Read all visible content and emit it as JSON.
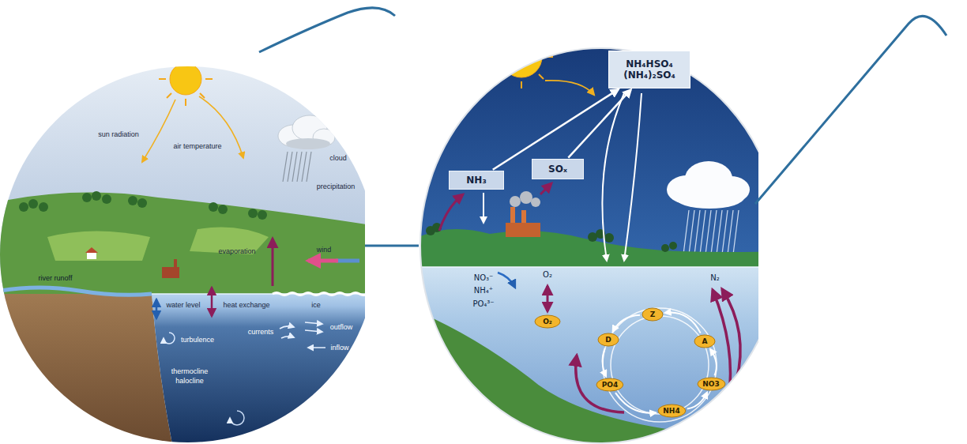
{
  "diagram": {
    "nodes": [
      {
        "text": [
          "NH₄HSO₄",
          "(NH₄)₂SO₄"
        ]
      },
      {
        "text": [
          "NH₃"
        ]
      },
      {
        "text": [
          "SOₓ"
        ]
      },
      {
        "text": [
          "O₂"
        ]
      },
      {
        "text": [
          "Z"
        ]
      },
      {
        "text": [
          "A"
        ]
      },
      {
        "text": [
          "NO3"
        ]
      },
      {
        "text": [
          "NH4"
        ]
      },
      {
        "text": [
          "PO4"
        ]
      },
      {
        "text": [
          "D"
        ]
      }
    ],
    "edges": [
      {
        "from": 1,
        "to": 0,
        "arrow": "to"
      },
      {
        "from": 2,
        "to": 0,
        "arrow": "to"
      },
      {
        "from": 5,
        "to": 4,
        "arrow": "to"
      },
      {
        "from": 4,
        "to": 9,
        "arrow": "to"
      },
      {
        "from": 9,
        "to": 8,
        "arrow": "to"
      },
      {
        "from": 8,
        "to": 7,
        "arrow": "to"
      },
      {
        "from": 7,
        "to": 6,
        "arrow": "to"
      },
      {
        "from": 6,
        "to": 5,
        "arrow": "to"
      }
    ],
    "labels": [
      "sun radiation",
      "air temperature",
      "cloud",
      "precipitation",
      "evaporation",
      "wind",
      "river runoff",
      "water level",
      "heat exchange",
      "ice",
      "turbulence",
      "currents",
      "outflow",
      "inflow",
      "thermocline",
      "halocline",
      "NO₃⁻",
      "NH₄⁺",
      "PO₄³⁻",
      "O₂",
      "N₂"
    ]
  }
}
